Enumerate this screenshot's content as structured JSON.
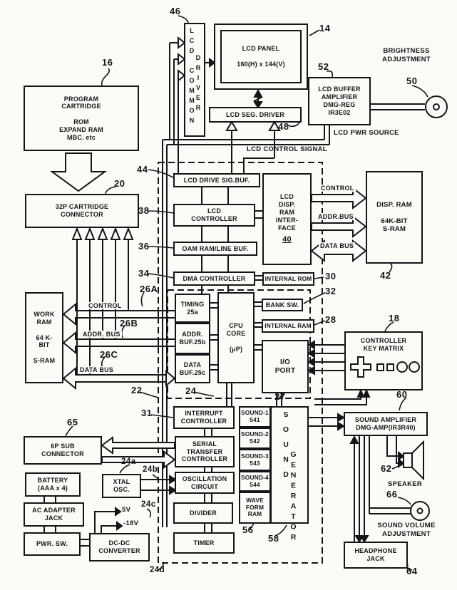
{
  "colors": {
    "ink": "#151515",
    "paper": "#fbfbf8"
  },
  "boxes": {
    "program_cartridge": {
      "lines": [
        "PROGRAM",
        "CARTRIDGE",
        " ",
        "ROM",
        "EXPAND RAM",
        "MBC. etc"
      ]
    },
    "cartridge_connector": {
      "lines": [
        "32P CARTRIDGE",
        "CONNECTOR"
      ]
    },
    "work_ram": {
      "lines": [
        "WORK",
        "RAM",
        " ",
        "64 K-",
        "BIT",
        " ",
        "S-RAM"
      ]
    },
    "lcd_common_driver": {
      "col1": "LCD COMMON",
      "col2": "DRIVER"
    },
    "lcd_panel": {
      "lines": [
        "LCD PANEL",
        " ",
        "160(H) x 144(V)"
      ]
    },
    "lcd_seg_driver": {
      "lines": [
        "LCD SEG. DRIVER"
      ]
    },
    "lcd_buffer_amplifier": {
      "lines": [
        "LCD BUFFER",
        "AMPLIFIER",
        "DMG-REG",
        "IR3E02"
      ]
    },
    "lcd_drive_sig_buf": {
      "lines": [
        "LCD DRIVE SIG.BUF."
      ]
    },
    "lcd_controller": {
      "lines": [
        "LCD",
        "CONTROLLER"
      ]
    },
    "oam_ram_line_buf": {
      "lines": [
        "OAM RAM/LINE BUF."
      ]
    },
    "dma_controller": {
      "lines": [
        "DMA CONTROLLER"
      ]
    },
    "lcd_disp_ram_interface": {
      "lines": [
        "LCD",
        "DISP.",
        "RAM",
        "INTER-",
        "FACE"
      ],
      "ref": "40"
    },
    "disp_ram": {
      "lines": [
        "DISP. RAM",
        " ",
        "64K-BIT",
        "S-RAM"
      ]
    },
    "internal_rom": {
      "lines": [
        "INTERNAL ROM"
      ]
    },
    "bank_sw": {
      "lines": [
        "BANK SW."
      ]
    },
    "internal_ram": {
      "lines": [
        "INTERNAL RAM"
      ]
    },
    "timing": {
      "lines": [
        "TIMING",
        "25a"
      ]
    },
    "addr_buf": {
      "lines": [
        "ADDR.",
        "BUF.25b"
      ]
    },
    "data_buf": {
      "lines": [
        "DATA",
        "BUF.25c"
      ]
    },
    "cpu_core": {
      "lines": [
        "CPU",
        "CORE",
        " ",
        "(μP)"
      ]
    },
    "io_port": {
      "lines": [
        "I/O",
        "PORT"
      ]
    },
    "controller_key_matrix": {
      "lines": [
        "CONTROLLER",
        "KEY MATRIX"
      ]
    },
    "interrupt_controller": {
      "lines": [
        "INTERRUPT",
        "CONTROLLER"
      ]
    },
    "serial_transfer_controller": {
      "lines": [
        "SERIAL",
        "TRANSFER",
        "CONTROLLER"
      ]
    },
    "oscillation_circuit": {
      "lines": [
        "OSCILLATION",
        "CIRCUIT"
      ]
    },
    "divider": {
      "lines": [
        "DIVIDER"
      ]
    },
    "timer": {
      "lines": [
        "TIMER"
      ]
    },
    "sound1": {
      "lines": [
        "SOUND-1",
        "541"
      ]
    },
    "sound2": {
      "lines": [
        "SOUND-2",
        "542"
      ]
    },
    "sound3": {
      "lines": [
        "SOUND-3",
        "543"
      ]
    },
    "sound4": {
      "lines": [
        "SOUND-4",
        "544"
      ]
    },
    "wave_form_ram": {
      "lines": [
        "WAVE",
        "FORM",
        "RAM"
      ]
    },
    "sound_generator": {
      "col1": "SOUND",
      "col2": "GENERATOR"
    },
    "sound_amplifier": {
      "lines": [
        "SOUND AMPLIFIER",
        "DMG-AMP(IR3R40)"
      ]
    },
    "headphone_jack": {
      "lines": [
        "HEADPHONE",
        "JACK"
      ]
    },
    "six_p_sub_connector": {
      "lines": [
        "6P SUB",
        "CONNECTOR"
      ]
    },
    "battery": {
      "lines": [
        "BATTERY",
        "(AAA x 4)"
      ]
    },
    "xtal_osc": {
      "lines": [
        "XTAL",
        "OSC."
      ]
    },
    "ac_adapter_jack": {
      "lines": [
        "AC ADAPTER",
        "JACK"
      ]
    },
    "pwr_sw": {
      "lines": [
        "PWR. SW."
      ]
    },
    "dcdc_converter": {
      "lines": [
        "DC-DC",
        "CONVERTER"
      ]
    }
  },
  "refs": {
    "r14": "14",
    "r16": "16",
    "r18": "18",
    "r20": "20",
    "r22": "22",
    "r24": "24",
    "r24a": "24a",
    "r24b": "24b",
    "r24c": "24c",
    "r24d": "24d",
    "r26a": "26A",
    "r26b": "26B",
    "r26c": "26C",
    "r27": "27",
    "r28": "28",
    "r30": "30",
    "r31": "31",
    "r32": "32",
    "r34": "34",
    "r36": "36",
    "r38": "38",
    "r42": "42",
    "r44": "44",
    "r46": "46",
    "r48": "48",
    "r50": "50",
    "r52": "52",
    "r56": "56",
    "r58": "58",
    "r60": "60",
    "r62": "62",
    "r64": "64",
    "r65": "65",
    "r66": "66"
  },
  "annotations": {
    "brightness": {
      "lines": [
        "BRIGHTNESS",
        "ADJUSTMENT"
      ]
    },
    "lcd_pwr_source": "LCD PWR SOURCE",
    "lcd_control_signal": "LCD CONTROL SIGNAL",
    "speaker": "SPEAKER",
    "sound_volume": {
      "lines": [
        "SOUND VOLUME",
        "ADJUSTMENT"
      ]
    },
    "v5": "5V",
    "vm18": "-18V",
    "buses_left": {
      "control": "CONTROL",
      "addr": "ADDR. BUS",
      "data": "DATA BUS"
    },
    "buses_right": {
      "control": "CONTROL",
      "addr": "ADDR.BUS",
      "data": "DATA BUS"
    }
  }
}
